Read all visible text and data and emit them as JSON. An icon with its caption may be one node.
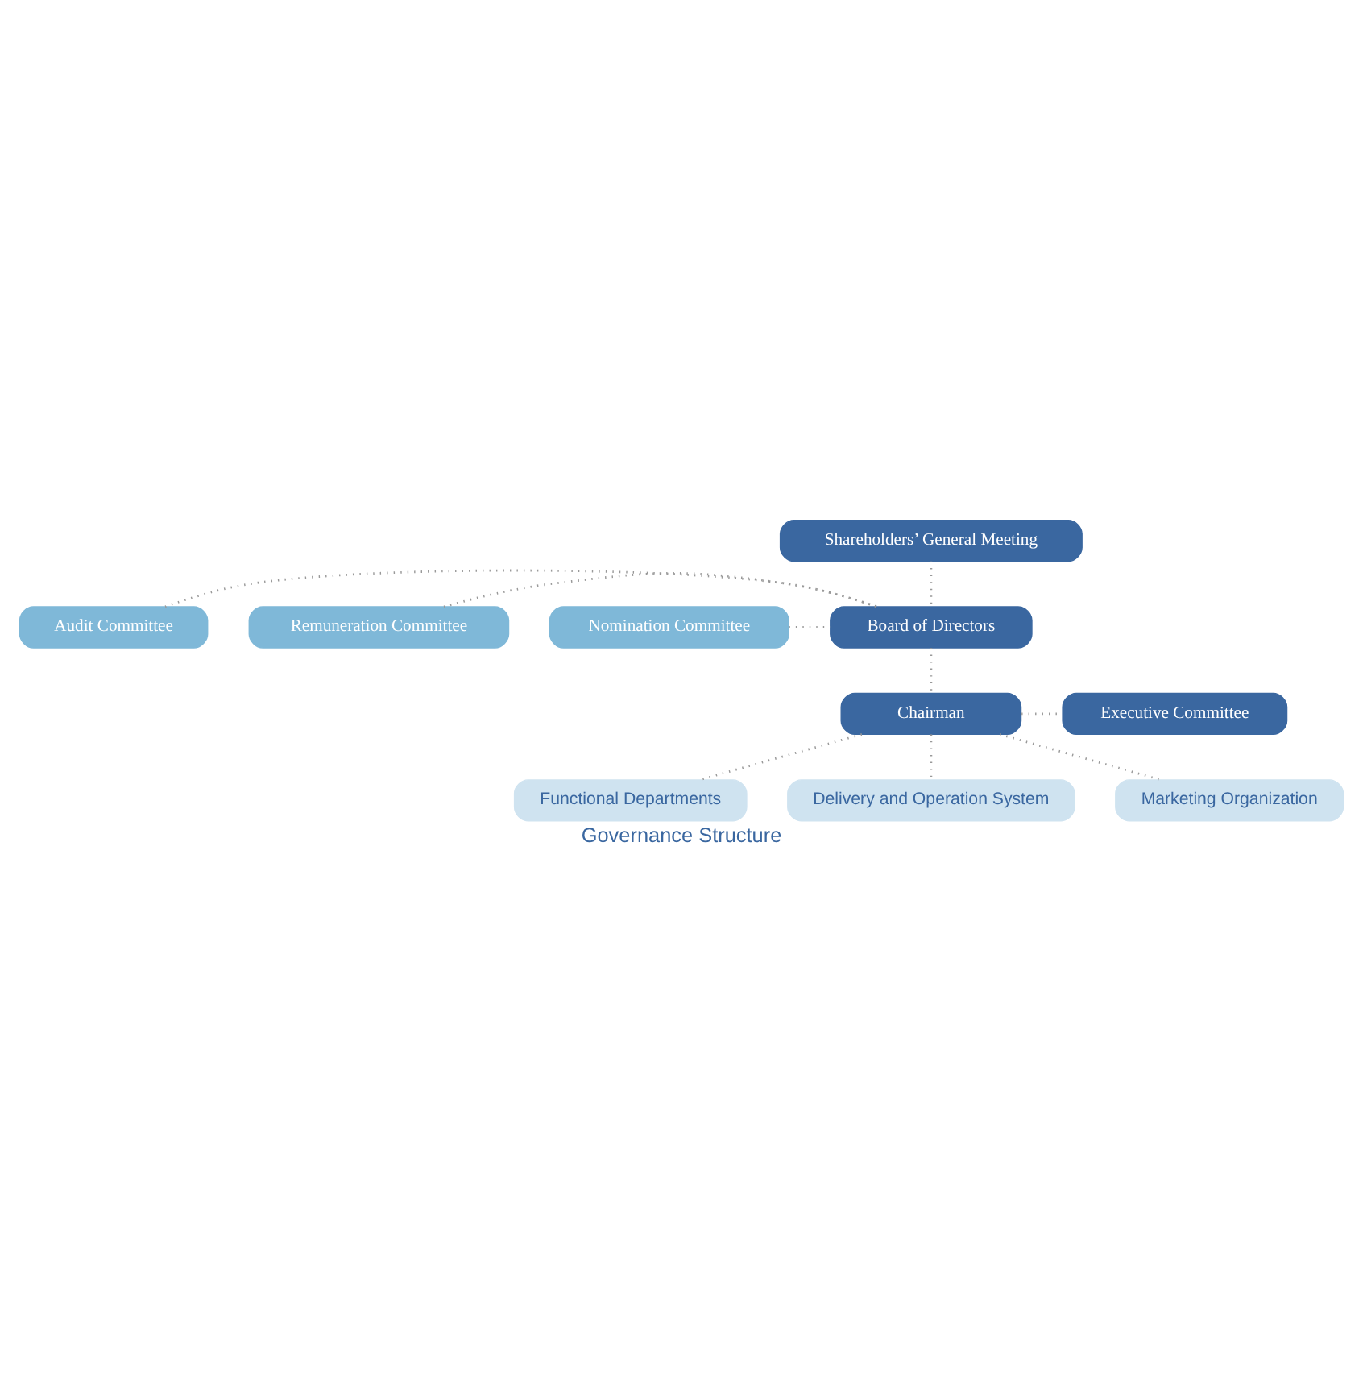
{
  "diagram": {
    "title": "Governance Structure",
    "nodes": [
      {
        "text": [
          "Shareholders’ General Meeting"
        ]
      },
      {
        "text": [
          "Audit Committee"
        ]
      },
      {
        "text": [
          "Remuneration Committee"
        ]
      },
      {
        "text": [
          "Board of Directors"
        ]
      },
      {
        "text": [
          "Nomination Committee"
        ]
      },
      {
        "text": [
          "Chairman"
        ]
      },
      {
        "text": [
          "Executive Committee"
        ]
      },
      {
        "text": [
          "Functional Departments"
        ]
      },
      {
        "text": [
          "Delivery and Operation System"
        ]
      },
      {
        "text": [
          "Marketing Organization"
        ]
      }
    ],
    "edges": [
      {
        "from": 0,
        "to": 3,
        "arrow": "none"
      },
      {
        "from": 1,
        "to": 3,
        "arrow": "none"
      },
      {
        "from": 2,
        "to": 3,
        "arrow": "none"
      },
      {
        "from": 4,
        "to": 3,
        "arrow": "none"
      },
      {
        "from": 3,
        "to": 5,
        "arrow": "none"
      },
      {
        "from": 5,
        "to": 6,
        "arrow": "none"
      },
      {
        "from": 5,
        "to": 7,
        "arrow": "none"
      },
      {
        "from": 5,
        "to": 8,
        "arrow": "none"
      },
      {
        "from": 5,
        "to": 9,
        "arrow": "none"
      }
    ]
  }
}
